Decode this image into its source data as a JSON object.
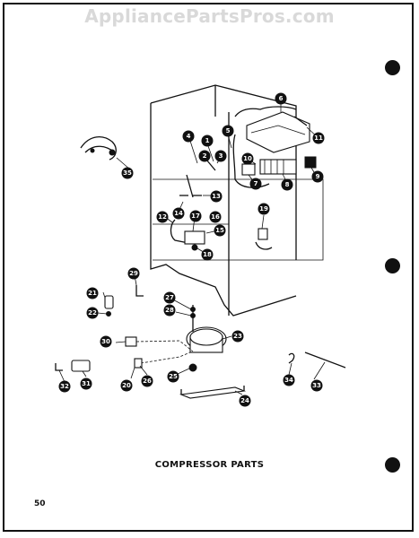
{
  "watermark": "AppliancePartsPros.com",
  "caption": "COMPRESSOR PARTS",
  "page_number": "50",
  "callouts": [
    {
      "id": "c1",
      "label": "1"
    },
    {
      "id": "c2",
      "label": "2"
    },
    {
      "id": "c3",
      "label": "3"
    },
    {
      "id": "c4",
      "label": "4"
    },
    {
      "id": "c5",
      "label": "5"
    },
    {
      "id": "c6",
      "label": "6"
    },
    {
      "id": "c7",
      "label": "7"
    },
    {
      "id": "c8",
      "label": "8"
    },
    {
      "id": "c9",
      "label": "9"
    },
    {
      "id": "c10",
      "label": "10"
    },
    {
      "id": "c11",
      "label": "11"
    },
    {
      "id": "c12",
      "label": "12"
    },
    {
      "id": "c13",
      "label": "13"
    },
    {
      "id": "c14",
      "label": "14"
    },
    {
      "id": "c15",
      "label": "15"
    },
    {
      "id": "c16",
      "label": "16"
    },
    {
      "id": "c17",
      "label": "17"
    },
    {
      "id": "c18",
      "label": "18"
    },
    {
      "id": "c19",
      "label": "19"
    },
    {
      "id": "c20",
      "label": "20"
    },
    {
      "id": "c21",
      "label": "21"
    },
    {
      "id": "c22",
      "label": "22"
    },
    {
      "id": "c23",
      "label": "23"
    },
    {
      "id": "c24",
      "label": "24"
    },
    {
      "id": "c25",
      "label": "25"
    },
    {
      "id": "c26",
      "label": "26"
    },
    {
      "id": "c27",
      "label": "27"
    },
    {
      "id": "c28",
      "label": "28"
    },
    {
      "id": "c29",
      "label": "29"
    },
    {
      "id": "c30",
      "label": "30"
    },
    {
      "id": "c31",
      "label": "31"
    },
    {
      "id": "c32",
      "label": "32"
    },
    {
      "id": "c33",
      "label": "33"
    },
    {
      "id": "c34",
      "label": "34"
    },
    {
      "id": "c35",
      "label": "35"
    }
  ]
}
